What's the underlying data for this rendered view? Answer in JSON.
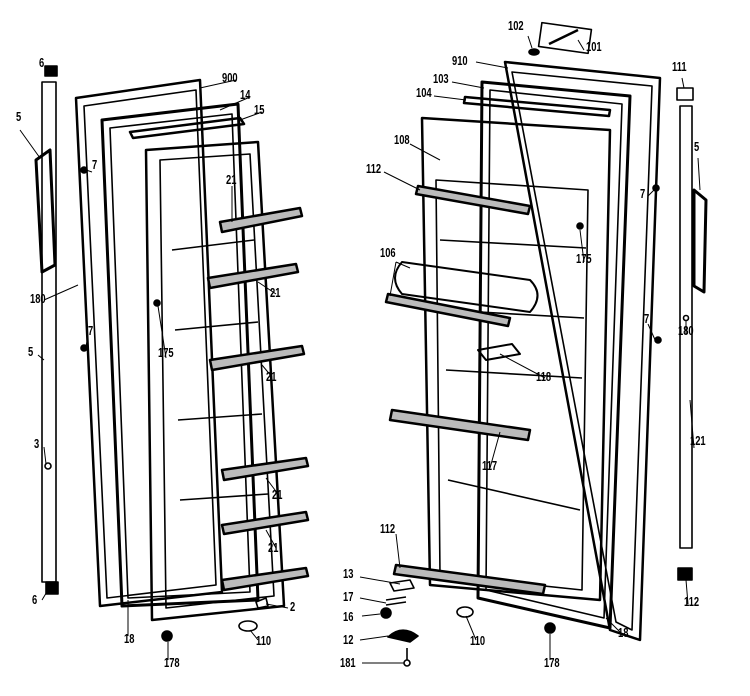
{
  "diagram": {
    "title": "Refrigerator door parts exploded view",
    "left_door_labels": [
      "6",
      "900",
      "14",
      "15",
      "5",
      "7",
      "180",
      "7",
      "5",
      "3",
      "6",
      "21",
      "21",
      "21",
      "21",
      "21",
      "175",
      "2",
      "110",
      "178",
      "18"
    ],
    "right_door_labels": [
      "102",
      "101",
      "910",
      "103",
      "104",
      "108",
      "112",
      "111",
      "5",
      "7",
      "175",
      "106",
      "7",
      "180",
      "118",
      "117",
      "121",
      "112",
      "112",
      "13",
      "17",
      "16",
      "12",
      "181",
      "110",
      "178",
      "18"
    ],
    "colors": {
      "ink": "#000000",
      "paper": "#ffffff"
    }
  }
}
